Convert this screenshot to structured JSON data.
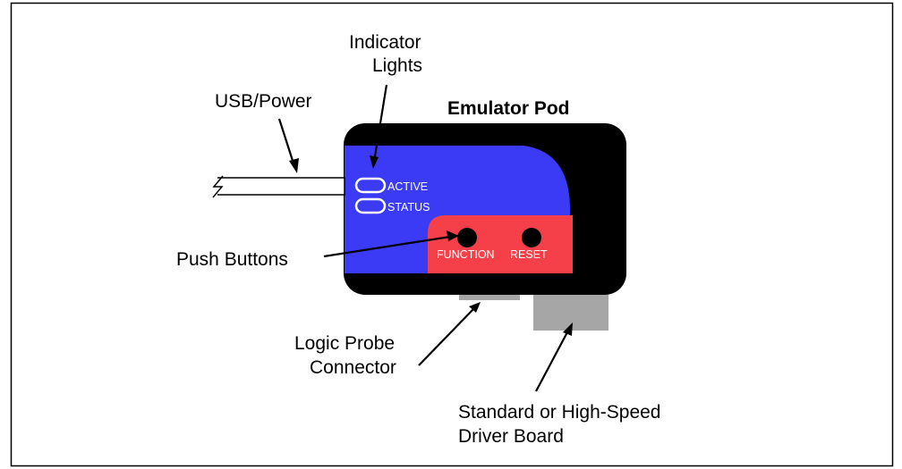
{
  "labels": {
    "indicator_lights_line1": "Indicator",
    "indicator_lights_line2": "Lights",
    "usb_power": "USB/Power",
    "emulator_pod": "Emulator Pod",
    "push_buttons": "Push Buttons",
    "logic_probe_line1": "Logic Probe",
    "logic_probe_line2": "Connector",
    "driver_board_line1": "Standard or High-Speed",
    "driver_board_line2": "Driver Board"
  },
  "pod": {
    "active_label": "ACTIVE",
    "status_label": "STATUS",
    "function_label": "FUNCTION",
    "reset_label": "RESET"
  },
  "colors": {
    "pod_body": "#000000",
    "blue_panel": "#3b3bf5",
    "red_panel": "#f5404a",
    "connector_gray": "#a6a6a6"
  }
}
